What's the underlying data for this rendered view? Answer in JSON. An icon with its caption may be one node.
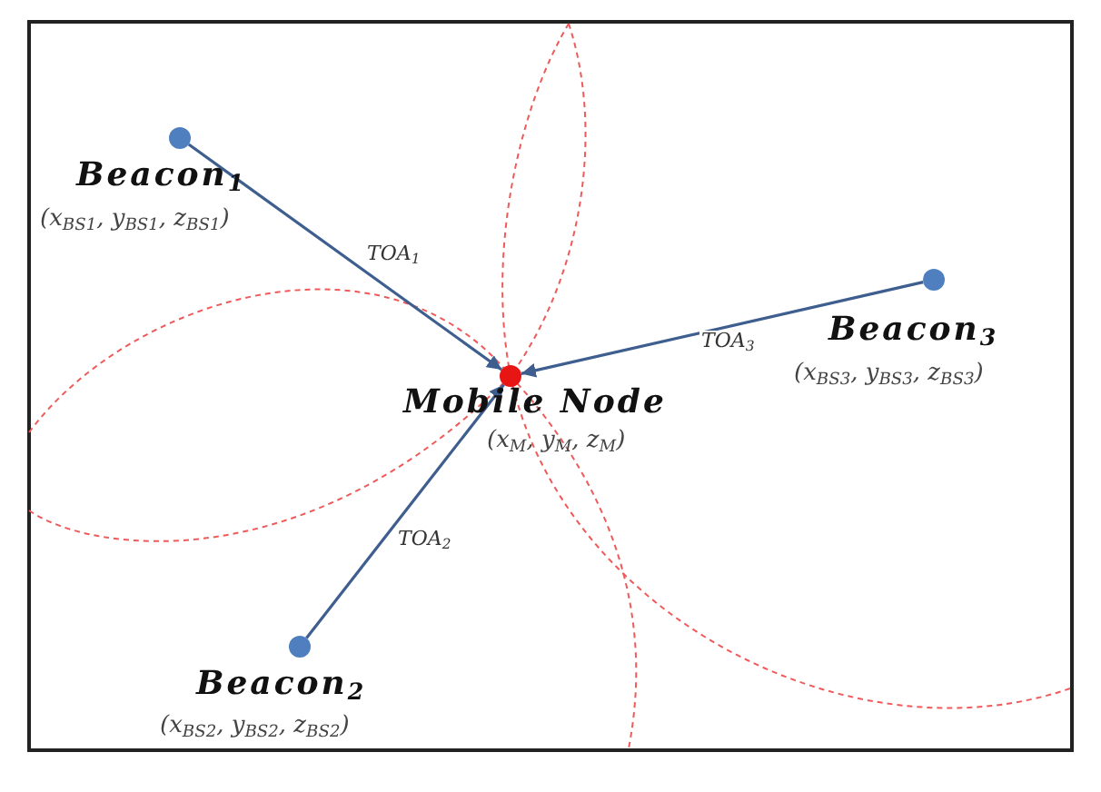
{
  "diagram": {
    "nodes": [
      {
        "text": [],
        "shape": "circle",
        "beside": [
          "Beacon$_{1}$",
          "(x$_{BS1}$, y$_{BS1}$, z$_{BS1}$)"
        ]
      },
      {
        "text": [],
        "shape": "circle",
        "beside": [
          "Beacon$_{3}$",
          "(x$_{BS3}$, y$_{BS3}$, z$_{BS3}$)"
        ]
      },
      {
        "text": [],
        "shape": "circle",
        "beside": [
          "Mobile Node",
          "(x$_{M}$, y$_{M}$, z$_{M}$)"
        ]
      },
      {
        "text": [],
        "shape": "circle",
        "beside": [
          "Beacon$_{2}$",
          "(x$_{BS2}$, y$_{BS2}$, z$_{BS2}$)"
        ]
      }
    ],
    "edges": [
      {
        "from": 0,
        "to": 2,
        "arrow": "to",
        "label": "TOA$_{1}$"
      },
      {
        "from": 3,
        "to": 2,
        "arrow": "to",
        "label": "TOA$_{2}$"
      },
      {
        "from": 1,
        "to": 2,
        "arrow": "to",
        "label": "TOA$_{3}$"
      }
    ]
  }
}
